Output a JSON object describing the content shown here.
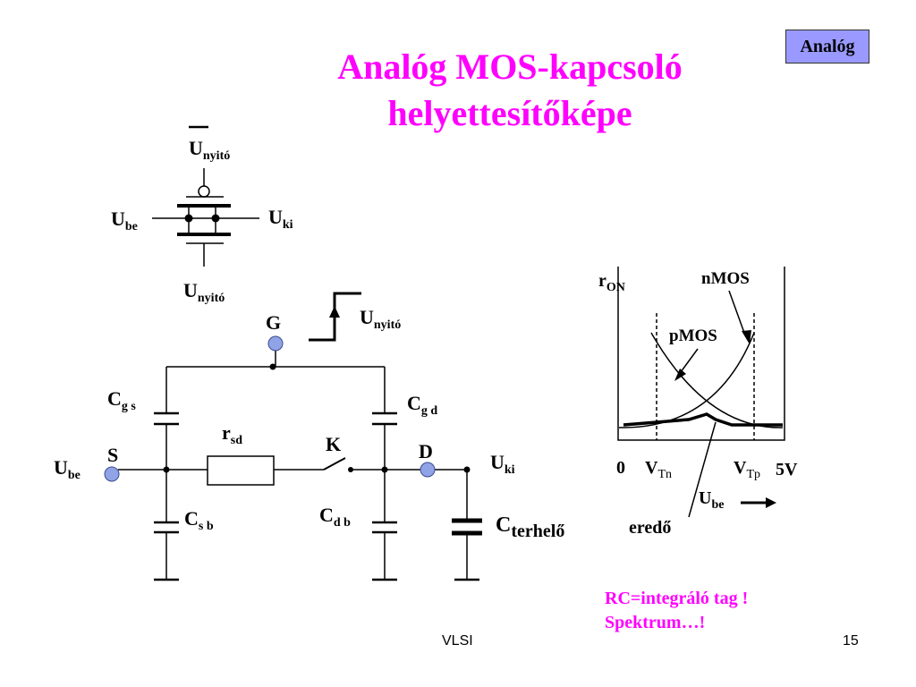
{
  "tag": "Analóg",
  "title": {
    "line1": "Analóg MOS-kapcsoló",
    "line2": "helyettesítőképe"
  },
  "switch_symbol": {
    "u_nyito_top": {
      "main": "U",
      "sub": "nyitó"
    },
    "u_nyito_bottom": {
      "main": "U",
      "sub": "nyitó"
    },
    "u_be": {
      "main": "U",
      "sub": "be"
    },
    "u_ki": {
      "main": "U",
      "sub": "ki"
    }
  },
  "circuit": {
    "G": "G",
    "u_nyito": {
      "main": "U",
      "sub": "nyitó"
    },
    "c_gs": {
      "main": "C",
      "sub": "g s"
    },
    "c_gd": {
      "main": "C",
      "sub": "g d"
    },
    "r_sd": {
      "main": "r",
      "sub": "sd"
    },
    "K": "K",
    "S": "S",
    "D": "D",
    "u_be": {
      "main": "U",
      "sub": "be"
    },
    "u_ki": {
      "main": "U",
      "sub": "ki"
    },
    "c_sb": {
      "main": "C",
      "sub": "s b"
    },
    "c_db": {
      "main": "C",
      "sub": "d b"
    },
    "c_terhelo": {
      "main": "C",
      "sub": "terhelő"
    }
  },
  "graph": {
    "y_label": {
      "main": "r",
      "sub": "ON"
    },
    "nmos": "nMOS",
    "pmos": "pMOS",
    "zero": "0",
    "vtn": {
      "main": "V",
      "sub": "Tn"
    },
    "vtp": {
      "main": "V",
      "sub": "Tp"
    },
    "five_v": "5V",
    "u_be": {
      "main": "U",
      "sub": "be"
    },
    "eredo": "eredő"
  },
  "note": {
    "line1": "RC=integráló tag !",
    "line2": "Spektrum…!"
  },
  "footer": {
    "left": "VLSI",
    "right": "15"
  },
  "colors": {
    "title": "#ff00ff",
    "tag_bg": "#9999ff",
    "node": "#8fa3e6",
    "note": "#ff00ff"
  }
}
